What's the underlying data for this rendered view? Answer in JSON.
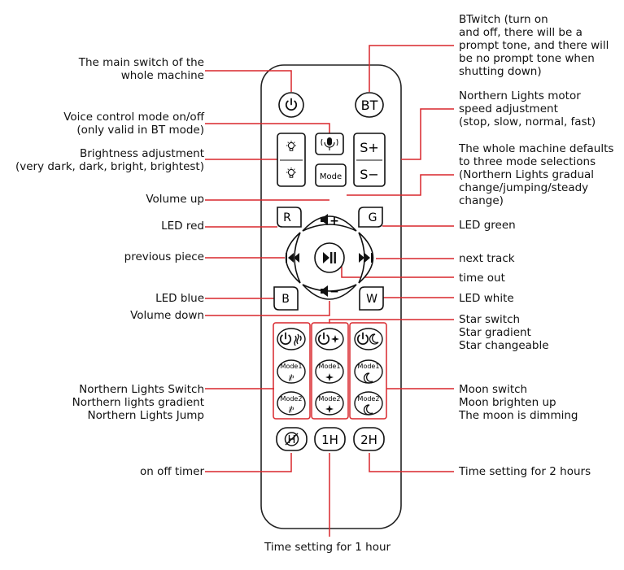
{
  "labels": {
    "main_switch": "The main switch of the\nwhole machine",
    "voice_control": "Voice control mode on/off\n(only valid in  BT mode)",
    "brightness": "Brightness adjustment\n(very dark, dark, bright, brightest)",
    "volume_up": "Volume up",
    "led_red": "LED red",
    "previous_piece": "previous piece",
    "led_blue": "LED blue",
    "volume_down": "Volume down",
    "northern_lights_group": "Northern Lights Switch\nNorthern lights gradient\nNorthern Lights Jump",
    "on_off_timer": "on off timer",
    "time_1h": "Time setting for 1 hour",
    "bt_switch": "BTwitch (turn on\nand off, there will be a\nprompt tone, and there will\nbe no prompt tone when\nshutting down)",
    "motor_speed": "Northern Lights motor\nspeed adjustment\n(stop, slow, normal, fast)",
    "mode_default": "The whole machine defaults\nto three mode selections\n(Northern Lights gradual\nchange/jumping/steady\nchange)",
    "led_green": "LED green",
    "next_track": "next track",
    "time_out": "time out",
    "led_white": "LED white",
    "star_group": "Star  switch\nStar  gradient\nStar  changeable",
    "moon_group": "Moon switch\nMoon brighten up\nThe moon is dimming",
    "time_2h": "Time setting for 2 hours"
  },
  "buttons": {
    "bt": "BT",
    "s_plus": "S+",
    "s_minus": "S−",
    "mode": "Mode",
    "r": "R",
    "g": "G",
    "b": "B",
    "w": "W",
    "vol_up": "+",
    "vol_down": "−",
    "mode1": "Mode1",
    "mode2": "Mode2",
    "h1": "1H",
    "h2": "2H"
  },
  "icons": {
    "power": "power-icon",
    "microphone": "microphone-icon",
    "bulb": "bulb-icon",
    "speaker": "speaker-icon",
    "play_pause": "play-pause-icon",
    "previous": "previous-track-icon",
    "next": "next-track-icon",
    "timer": "timer-off-icon",
    "northern_lights": "northern-lights-icon",
    "star": "star-icon",
    "moon": "moon-icon"
  },
  "colors": {
    "leader_line": "#d9262b",
    "group_outline": "#d9262b",
    "remote_outline": "#222222"
  }
}
